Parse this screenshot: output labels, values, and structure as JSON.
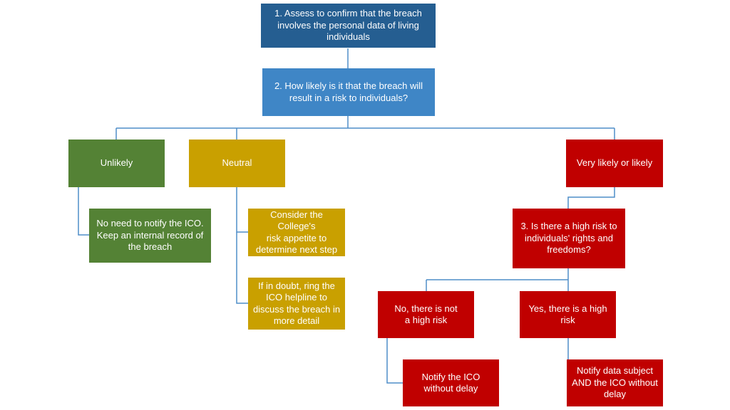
{
  "colors": {
    "dark_blue": "#255E91",
    "blue": "#3F86C6",
    "green": "#548235",
    "gold": "#C9A000",
    "red": "#C00000",
    "connector": "#4F8DC9"
  },
  "nodes": {
    "step1": {
      "text": "1. Assess to confirm that the breach\ninvolves the personal data of living\nindividuals",
      "color": "#255E91"
    },
    "step2": {
      "text": "2. How likely is it that the breach will\nresult in a risk to individuals?",
      "color": "#3F86C6"
    },
    "unlikely": {
      "text": "Unlikely",
      "color": "#548235"
    },
    "neutral": {
      "text": "Neutral",
      "color": "#C9A000"
    },
    "likely": {
      "text": "Very likely or likely",
      "color": "#C00000"
    },
    "no_need": {
      "text": "No need to notify the ICO.\nKeep an internal record of\nthe breach",
      "color": "#548235"
    },
    "consider": {
      "text": "Consider the College's\nrisk appetite to\ndetermine next step",
      "color": "#C9A000"
    },
    "doubt": {
      "text": "If in doubt, ring the\nICO helpline to\ndiscuss the breach in\nmore detail",
      "color": "#C9A000"
    },
    "step3": {
      "text": "3. Is there a high risk to\nindividuals' rights and\nfreedoms?",
      "color": "#C00000"
    },
    "no_high": {
      "text": "No, there is not\na high risk",
      "color": "#C00000"
    },
    "yes_high": {
      "text": "Yes, there is a high\nrisk",
      "color": "#C00000"
    },
    "notify_ico": {
      "text": "Notify the ICO\nwithout delay",
      "color": "#C00000"
    },
    "notify_both": {
      "text": "Notify data subject\nAND the ICO without\ndelay",
      "color": "#C00000"
    }
  }
}
